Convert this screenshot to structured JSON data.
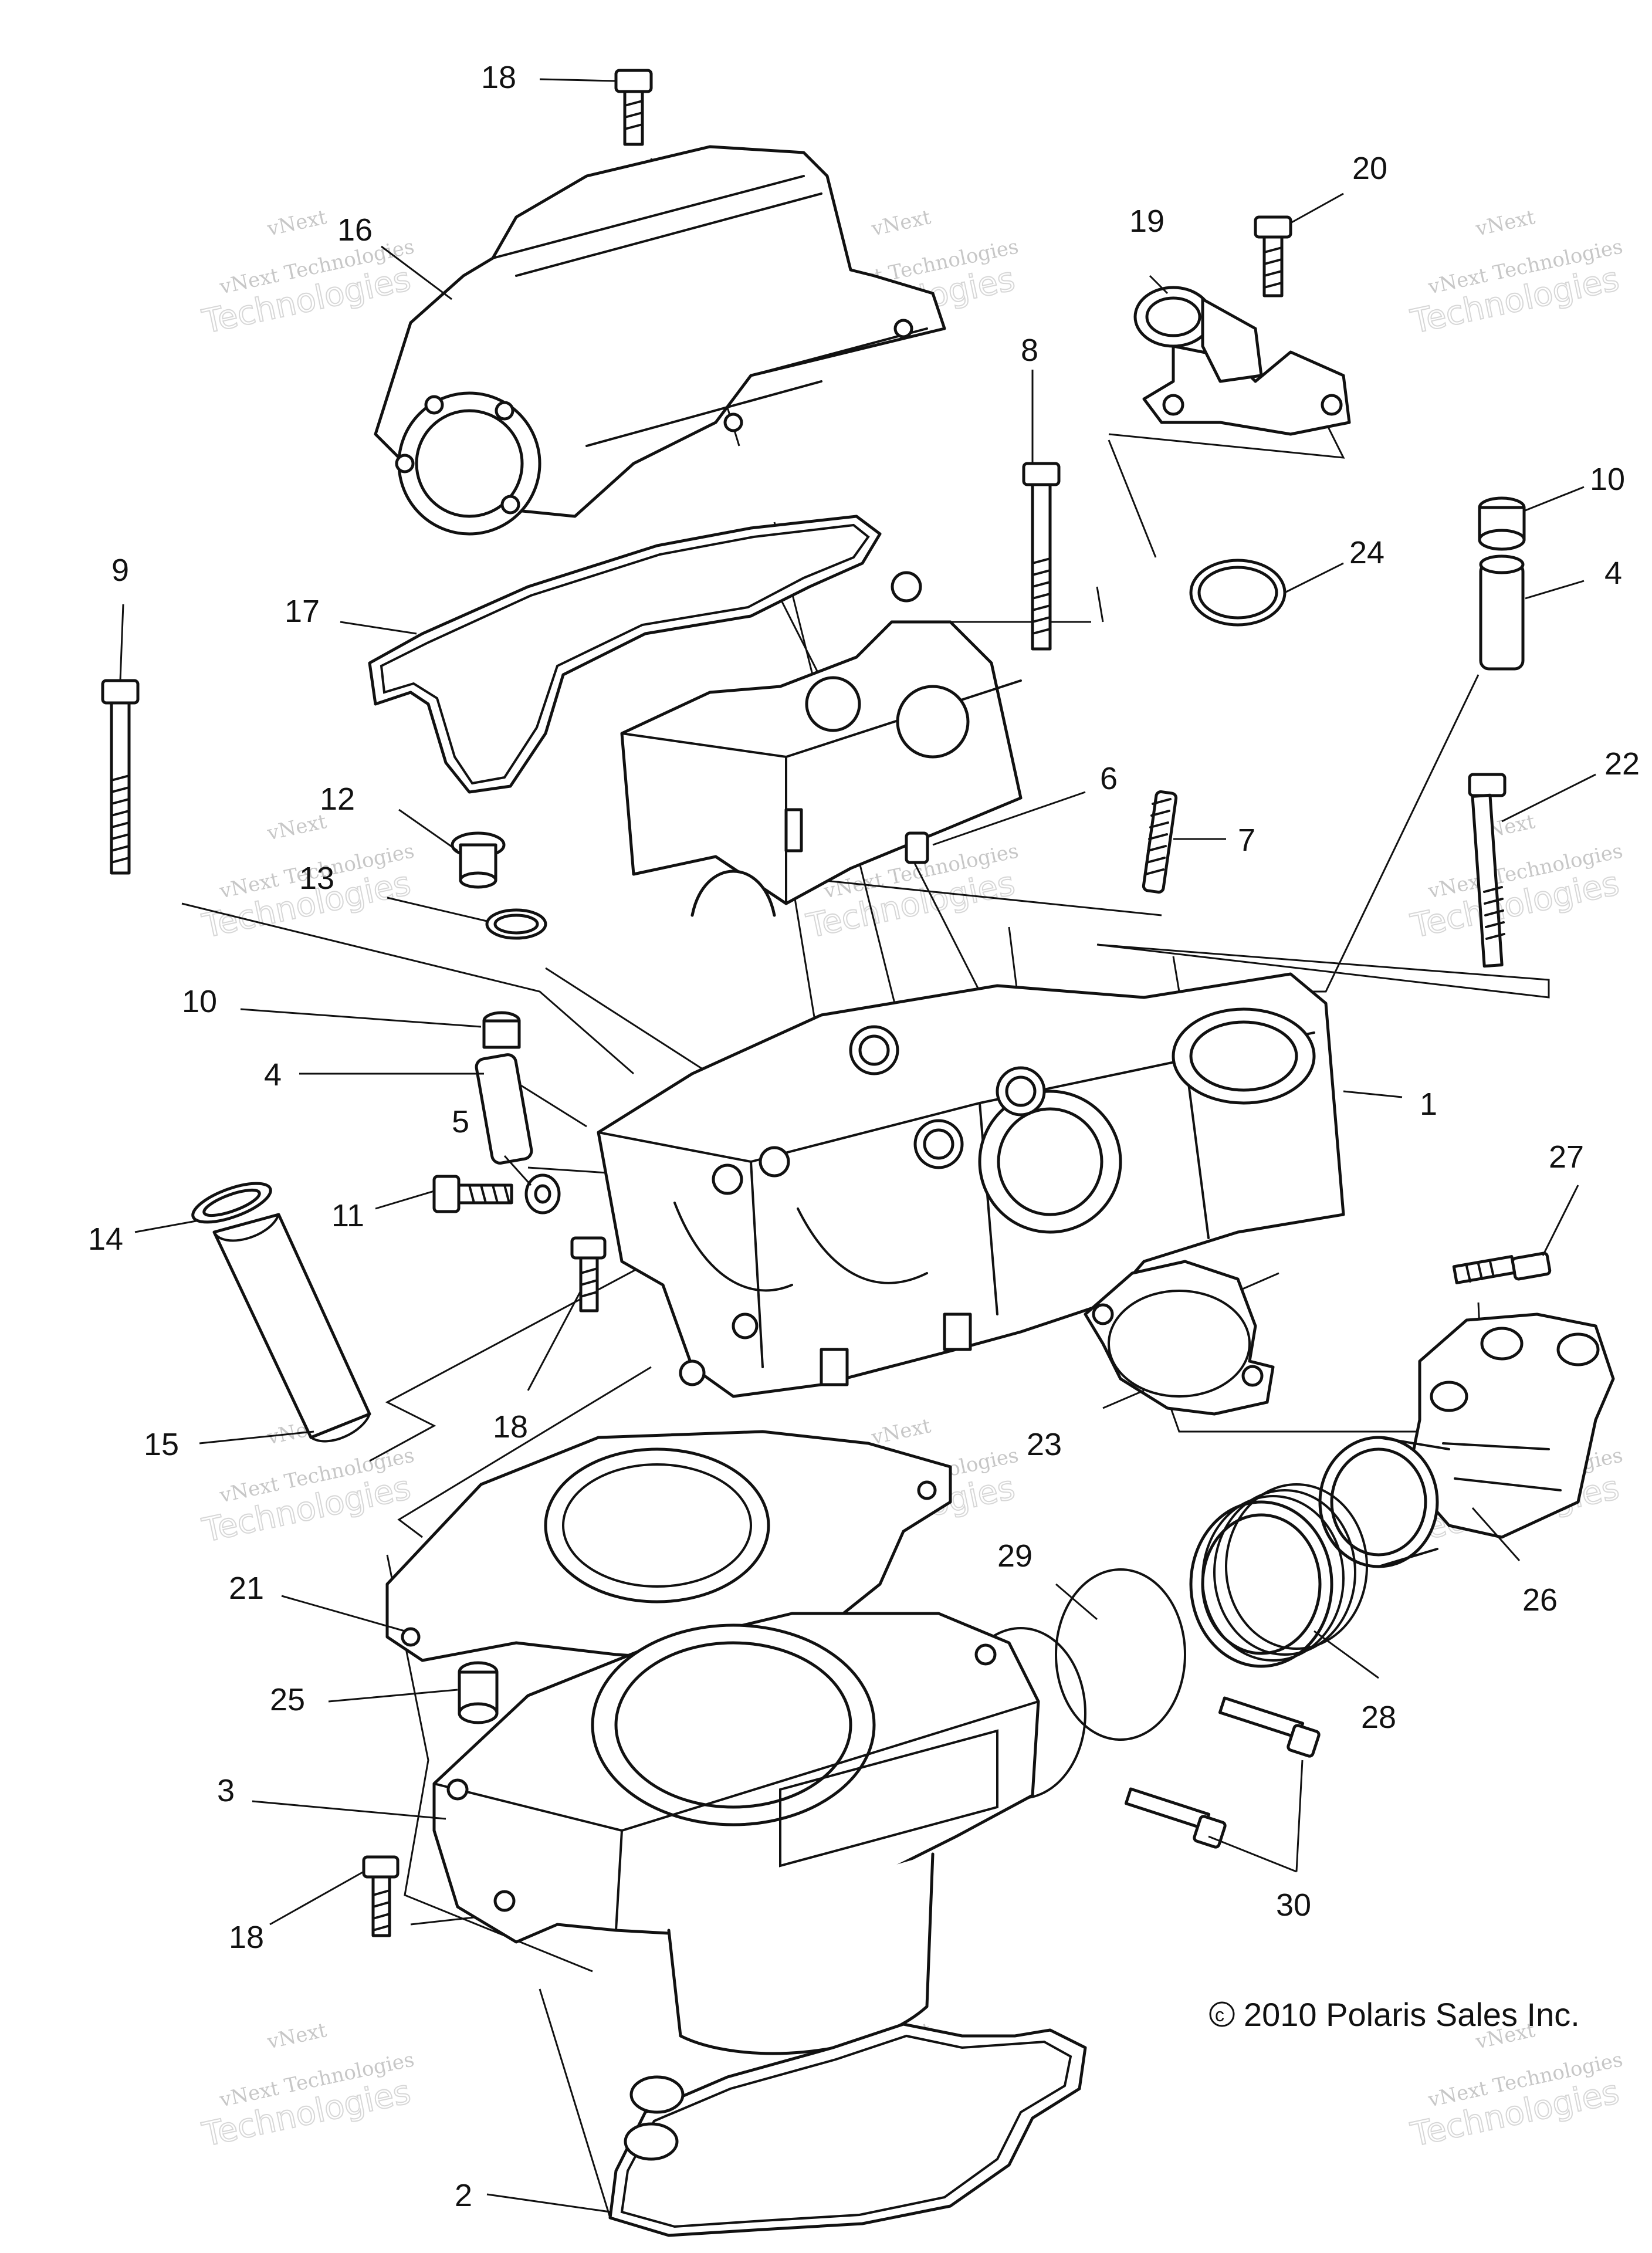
{
  "watermark": {
    "line1": "vNext",
    "line2": "vNext Technologies",
    "line3": "Technologies"
  },
  "copyright": "2010 Polaris Sales Inc.",
  "copyright_symbol": "c",
  "callouts": {
    "c18_top": "18",
    "c16": "16",
    "c19": "19",
    "c20": "20",
    "c8": "8",
    "c10_right": "10",
    "c24": "24",
    "c4_right": "4",
    "c9": "9",
    "c17": "17",
    "c6": "6",
    "c22": "22",
    "c7": "7",
    "c12": "12",
    "c13": "13",
    "c10_left": "10",
    "c4_left": "4",
    "c5": "5",
    "c1": "1",
    "c11": "11",
    "c14": "14",
    "c27": "27",
    "c18_mid": "18",
    "c23": "23",
    "c15": "15",
    "c29": "29",
    "c26": "26",
    "c21": "21",
    "c28": "28",
    "c25": "25",
    "c3": "3",
    "c30": "30",
    "c18_bottom": "18",
    "c2": "2"
  }
}
